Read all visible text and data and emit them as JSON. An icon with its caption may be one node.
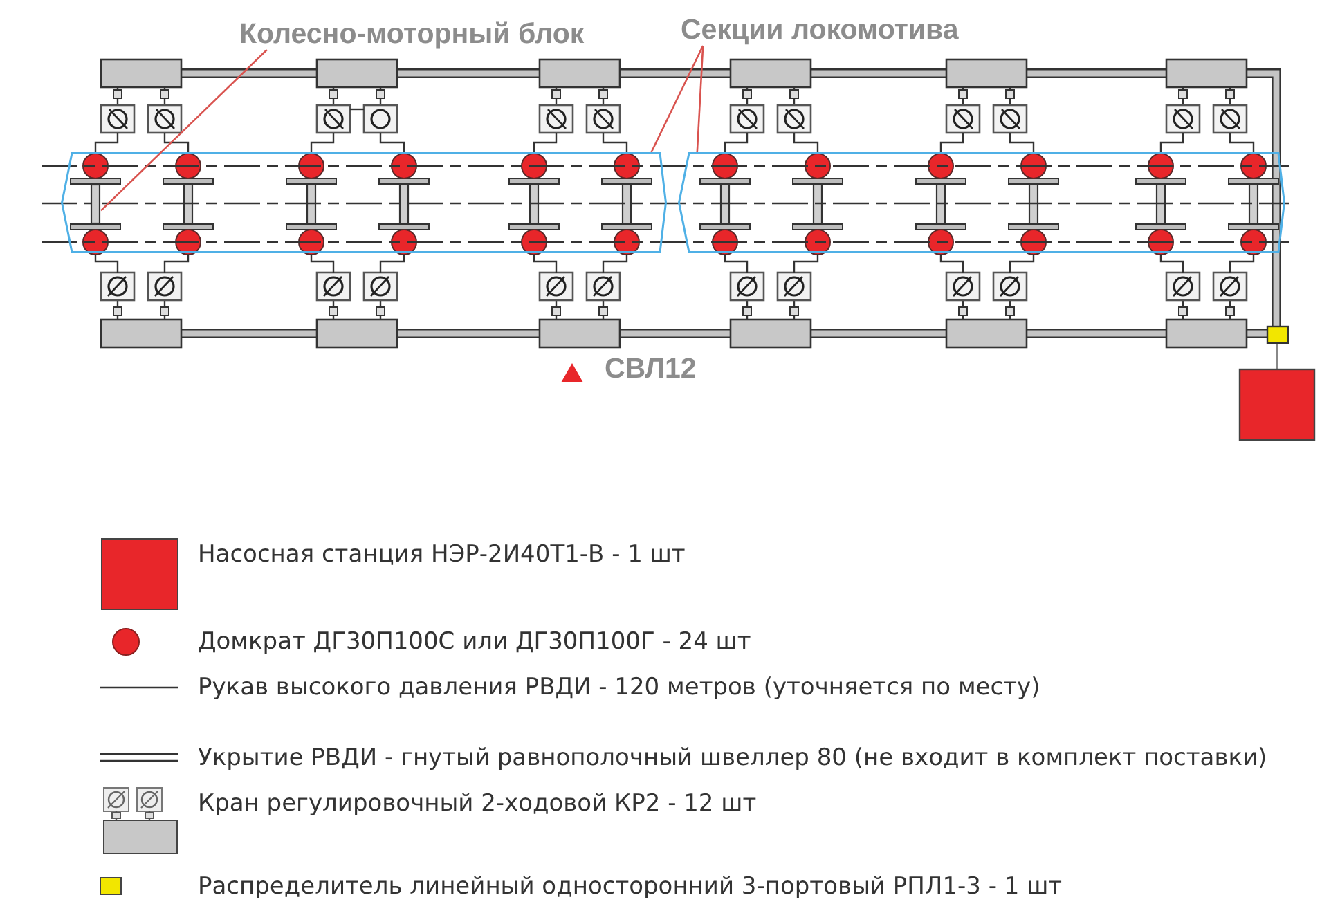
{
  "diagram": {
    "nodes": [
      {
        "text": [
          "Колесно-моторный блок"
        ]
      },
      {
        "text": [
          "Секции локомотива"
        ]
      },
      {
        "text": [],
        "shape": "hexagon"
      },
      {
        "text": [],
        "shape": "bar",
        "in": 2
      },
      {
        "text": [],
        "shape": "hexagon"
      }
    ],
    "edges": [
      {
        "from": 0,
        "to": 3,
        "arrow": "none"
      },
      {
        "from": 1,
        "to": 2,
        "arrow": "none"
      },
      {
        "from": 1,
        "to": 4,
        "arrow": "none"
      }
    ],
    "labels": [
      "СВЛ12"
    ],
    "legend": [
      {
        "text": "Насосная станция НЭР-2И40Т1-В - 1 шт",
        "color": "#e8262a"
      },
      {
        "text": "Домкрат ДГ30П100С или ДГ30П100Г - 24 шт",
        "color": "#e8262a"
      },
      {
        "text": "Рукав высокого давления РВДИ - 120 метров (уточняется по месту)"
      },
      {
        "text": "Укрытие РВДИ - гнутый равнополочный швеллер 80 (не входит в комплект поставки)"
      },
      {
        "text": "Кран регулировочный 2-ходовой КР2 - 12 шт"
      },
      {
        "text": "Распределитель линейный односторонний 3-портовый РПЛ1-3 - 1 шт",
        "color": "#f2e600"
      }
    ]
  }
}
